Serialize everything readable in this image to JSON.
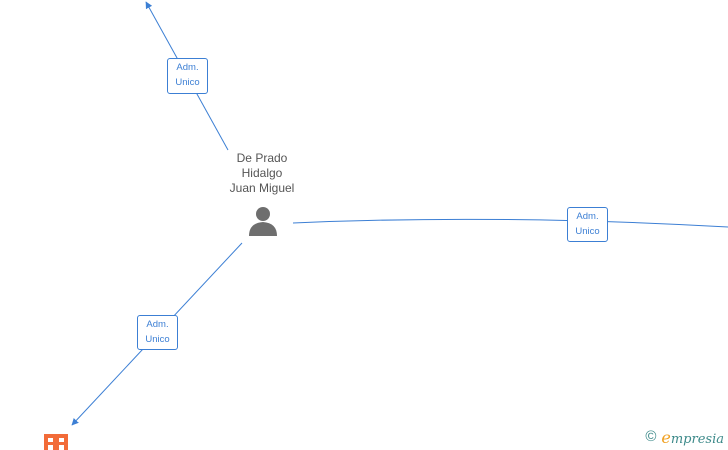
{
  "person": {
    "name_lines": [
      "De Prado",
      "Hidalgo",
      "Juan Miguel"
    ],
    "icon": "person-icon"
  },
  "edges": [
    {
      "label_line1": "Adm.",
      "label_line2": "Unico"
    },
    {
      "label_line1": "Adm.",
      "label_line2": "Unico"
    },
    {
      "label_line1": "Adm.",
      "label_line2": "Unico"
    }
  ],
  "company": {
    "icon": "building-icon"
  },
  "footer": {
    "copyright_symbol": "©",
    "brand_initial": "e",
    "brand_rest": "mpresia"
  },
  "colors": {
    "edge": "#3c7fd4",
    "person_icon": "#6e6e6e",
    "company_icon": "#f26b38",
    "brand_text": "#3d8a8a",
    "brand_accent": "#f0a020"
  }
}
